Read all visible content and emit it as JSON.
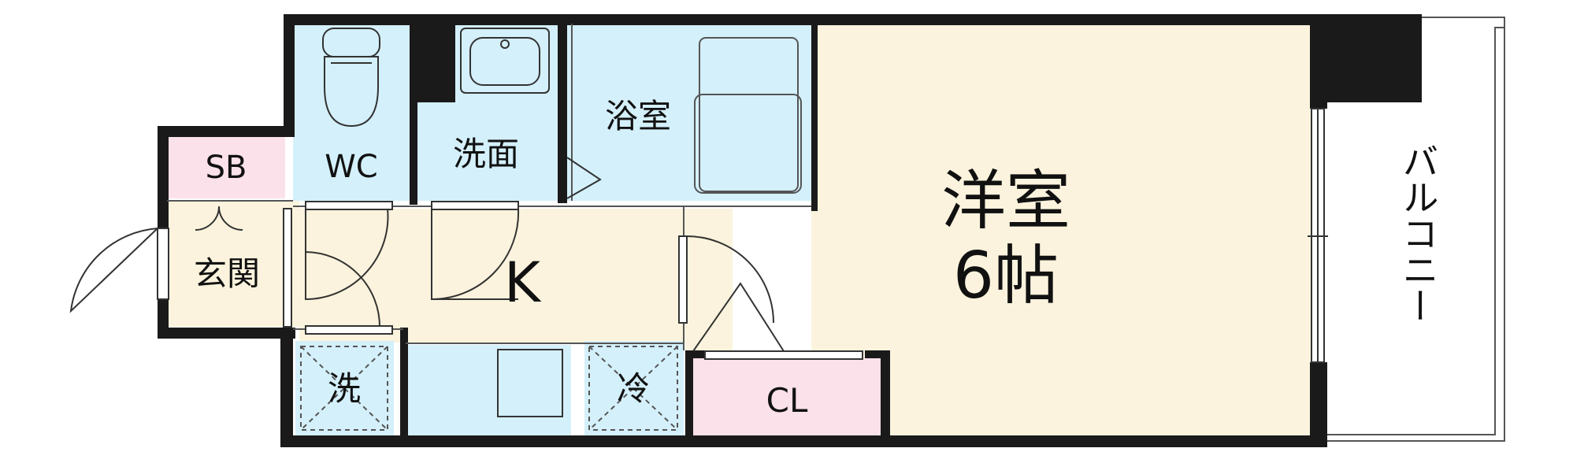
{
  "rooms": {
    "western_room": {
      "name": "洋室",
      "size": "6帖"
    },
    "balcony": "バルコニー",
    "bathroom": "浴室",
    "washroom": "洗面",
    "toilet": "WC",
    "shoe_box": "SB",
    "entrance": "玄関",
    "kitchen": "K",
    "washer": "洗",
    "fridge": "冷",
    "closet": "CL"
  },
  "colors": {
    "wall": "#1a1a1a",
    "main_room": "#fbf3dd",
    "water_area": "#d4f0fb",
    "storage": "#fbe1ea",
    "line": "#333333"
  }
}
